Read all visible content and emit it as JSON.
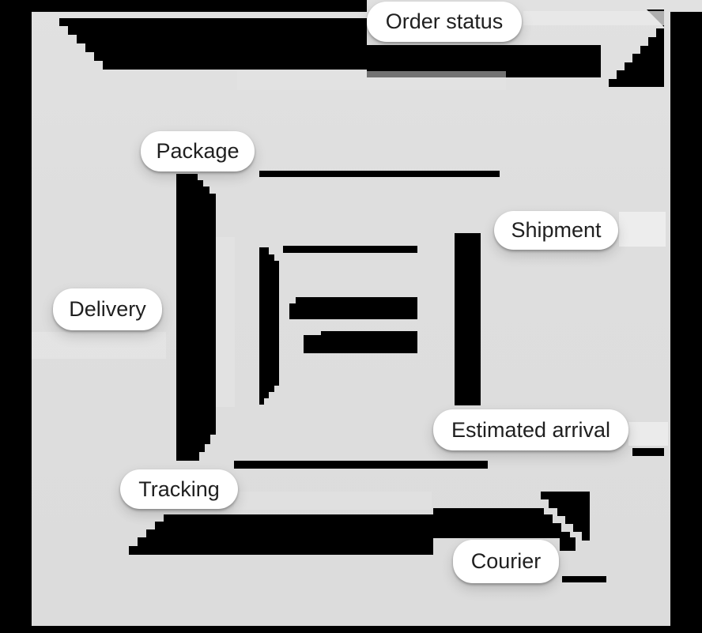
{
  "figure": {
    "description": "Pixelated black spiral artwork on a light gray plate with delivery-related concept label chips",
    "colors": {
      "frame": "#000000",
      "plate_background": "#dedede",
      "ink": "#000000",
      "chip_background": "#ffffff",
      "chip_text": "#1f1f1f"
    },
    "labels": [
      {
        "id": "order-status",
        "text": "Order status"
      },
      {
        "id": "package",
        "text": "Package"
      },
      {
        "id": "shipment",
        "text": "Shipment"
      },
      {
        "id": "delivery",
        "text": "Delivery"
      },
      {
        "id": "estimated-arrival",
        "text": "Estimated arrival"
      },
      {
        "id": "tracking",
        "text": "Tracking"
      },
      {
        "id": "courier",
        "text": "Courier"
      }
    ]
  }
}
